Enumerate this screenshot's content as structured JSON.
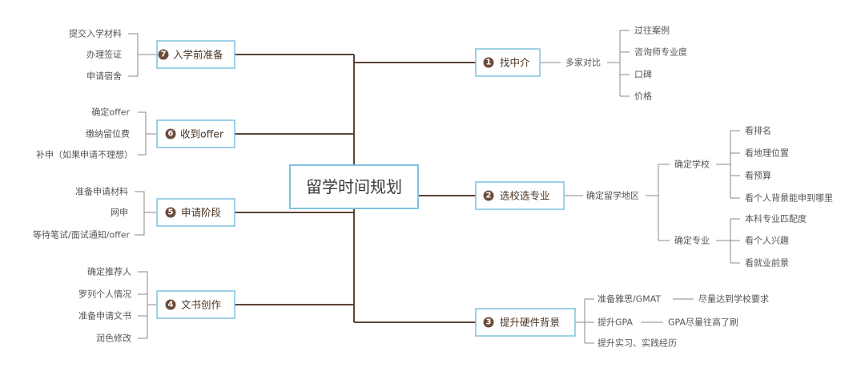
{
  "colors": {
    "branch": "#5c4332",
    "leaf_line": "#8a8a8a",
    "box_border": "#7fc2e0",
    "number_circle": "#6b4c3a",
    "text": "#555555"
  },
  "center": {
    "label": "留学时间规划"
  },
  "topics": {
    "t1": {
      "num": "1",
      "label": "找中介",
      "mid": "多家对比",
      "leaves": [
        "过往案例",
        "咨询师专业度",
        "口碑",
        "价格"
      ]
    },
    "t2": {
      "num": "2",
      "label": "选校选专业",
      "mid": "确定留学地区",
      "sub1": {
        "label": "确定学校",
        "leaves": [
          "看排名",
          "看地理位置",
          "看预算",
          "看个人背景能申到哪里"
        ]
      },
      "sub2": {
        "label": "确定专业",
        "leaves": [
          "本科专业匹配度",
          "看个人兴趣",
          "看就业前景"
        ]
      }
    },
    "t3": {
      "num": "3",
      "label": "提升硬件背景",
      "items": [
        {
          "label": "准备雅思/GMAT",
          "detail": "尽量达到学校要求"
        },
        {
          "label": "提升GPA",
          "detail": "GPA尽量往高了刷"
        },
        {
          "label": "提升实习、实践经历"
        }
      ]
    },
    "t4": {
      "num": "4",
      "label": "文书创作",
      "leaves": [
        "确定推荐人",
        "罗列个人情况",
        "准备申请文书",
        "润色修改"
      ]
    },
    "t5": {
      "num": "5",
      "label": "申请阶段",
      "leaves": [
        "准备申请材料",
        "网申",
        "等待笔试/面试通知/offer"
      ]
    },
    "t6": {
      "num": "6",
      "label": "收到offer",
      "leaves": [
        "确定offer",
        "缴纳留位费",
        "补申（如果申请不理想）"
      ]
    },
    "t7": {
      "num": "7",
      "label": "入学前准备",
      "leaves": [
        "提交入学材料",
        "办理签证",
        "申请宿舍"
      ]
    }
  }
}
